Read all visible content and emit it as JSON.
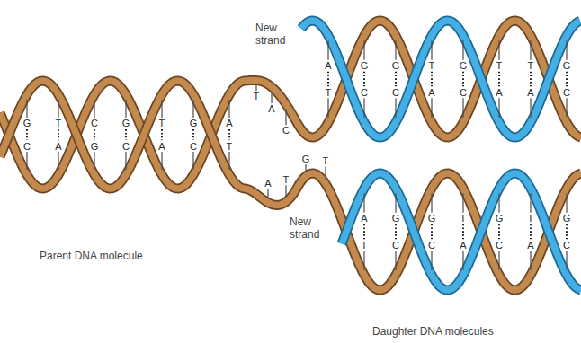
{
  "diagram": {
    "labels": [
      "New strand",
      "New strand",
      "Parent DNA molecule",
      "Daughter DNA molecules",
      "G",
      "C",
      "T",
      "A",
      "C",
      "G",
      "G",
      "C",
      "T",
      "A",
      "G",
      "C",
      "A",
      "T",
      "T",
      "A",
      "C",
      "A",
      "T",
      "G",
      "T",
      "A",
      "T",
      "G",
      "C",
      "G",
      "C",
      "T",
      "A",
      "G",
      "C",
      "T",
      "A",
      "T",
      "A",
      "G",
      "C",
      "A",
      "T",
      "G",
      "C",
      "G",
      "C",
      "T",
      "A",
      "G",
      "C",
      "T",
      "A",
      "G",
      "C"
    ]
  }
}
